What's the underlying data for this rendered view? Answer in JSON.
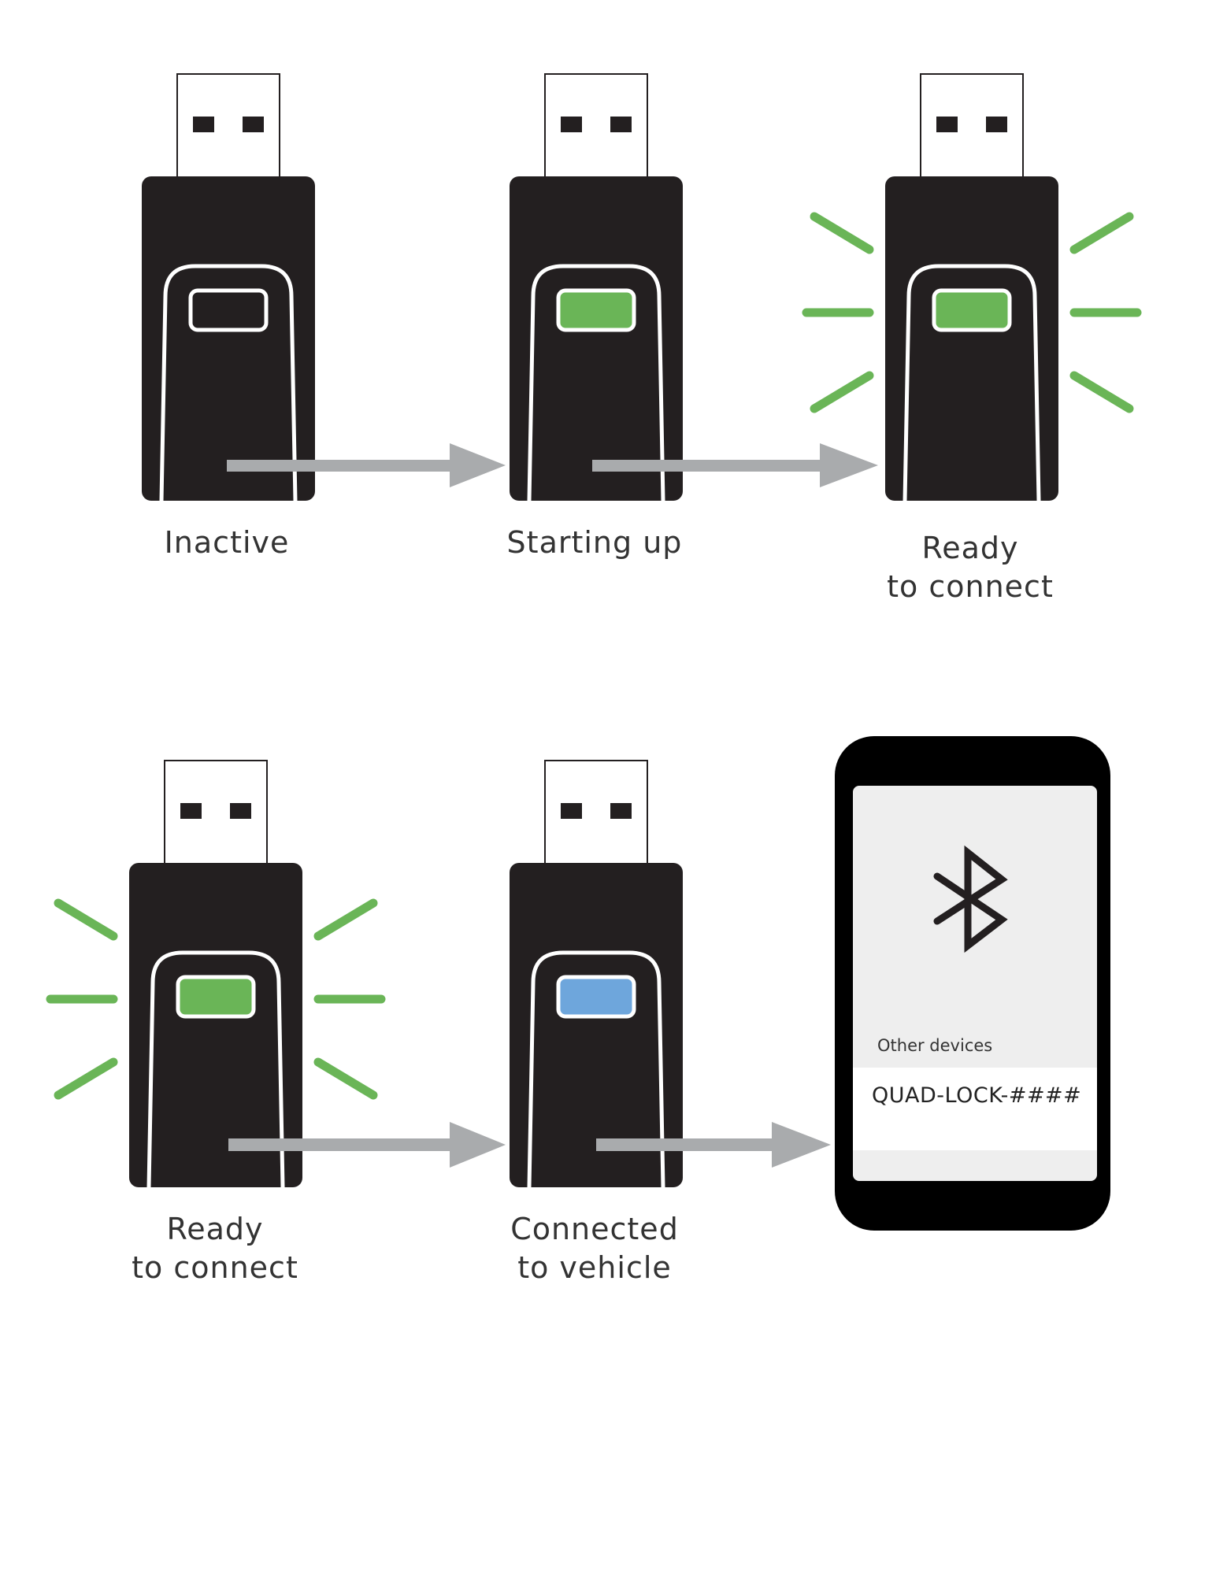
{
  "states": [
    {
      "label": "Inactive",
      "led": "off"
    },
    {
      "label": "Starting up",
      "led": "green"
    },
    {
      "label": "Ready\nto connect",
      "led": "green",
      "blinking": true
    },
    {
      "label": "Ready\nto connect",
      "led": "green",
      "blinking": true
    },
    {
      "label": "Connected\nto vehicle",
      "led": "blue"
    }
  ],
  "phone": {
    "icon": "bluetooth-icon",
    "section_title": "Other devices",
    "device_name": "QUAD-LOCK-####"
  },
  "colors": {
    "device_body": "#231f20",
    "led_green": "#6ab557",
    "led_blue": "#6ea6dc",
    "blink_green": "#6ab557",
    "arrow": "#a9abad",
    "phone_screen": "#eeeeee",
    "text": "#333333"
  }
}
